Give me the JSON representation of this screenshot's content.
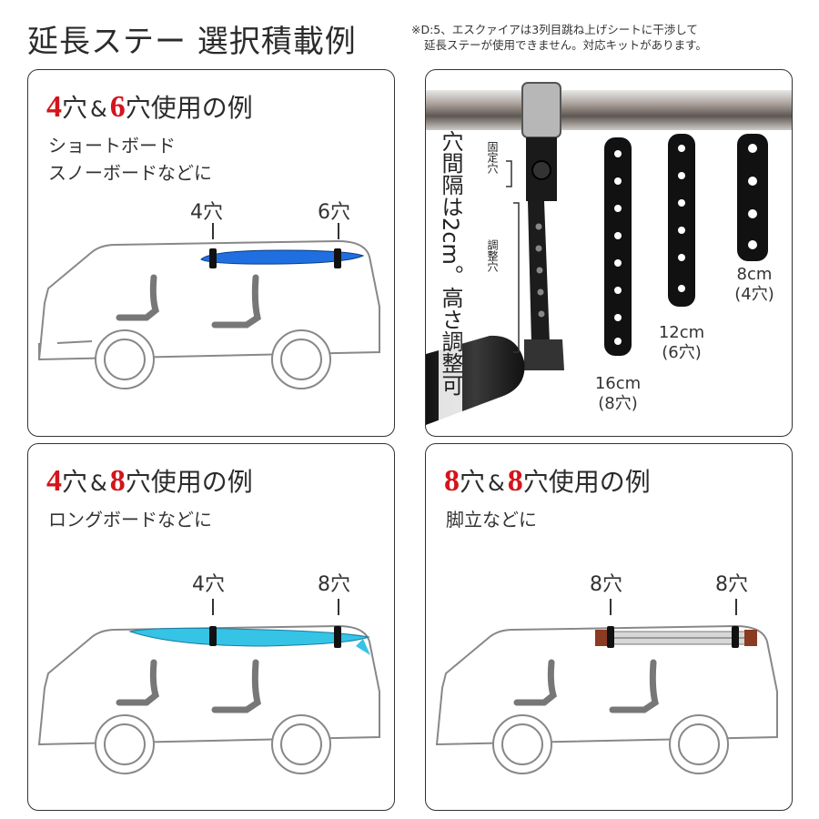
{
  "header": {
    "title": "延長ステー 選択積載例",
    "notice_line1": "※D:5、エスクァイアは3列目跳ね上げシートに干渉して",
    "notice_line2": "延長ステーが使用できません。対応キットがあります。"
  },
  "panel1": {
    "num_a": "4",
    "word_a": "穴",
    "amp": "&",
    "num_b": "6",
    "suffix": "穴使用の例",
    "sub_line1": "ショートボード",
    "sub_line2": "スノーボードなどに",
    "label_a": "4穴",
    "label_b": "6穴"
  },
  "panel2": {
    "hole_spacing": "穴間隔は2cm。高さ調整可",
    "fixed_holes": "固定穴",
    "adjust_holes": "調整穴",
    "stays": [
      {
        "length": "16cm",
        "holes": "(8穴)"
      },
      {
        "length": "12cm",
        "holes": "(6穴)"
      },
      {
        "length": "8cm",
        "holes": "(4穴)"
      }
    ]
  },
  "panel3": {
    "num_a": "4",
    "word_a": "穴",
    "amp": "&",
    "num_b": "8",
    "suffix": "穴使用の例",
    "sub_line1": "ロングボードなどに",
    "label_a": "4穴",
    "label_b": "8穴"
  },
  "panel4": {
    "num_a": "8",
    "word_a": "穴",
    "amp": "&",
    "num_b": "8",
    "suffix": "穴使用の例",
    "sub_line1": "脚立などに",
    "label_a": "8穴",
    "label_b": "8穴"
  },
  "colors": {
    "accent_red": "#d3151c",
    "surfboard_blue": "#1f6fe0",
    "longboard_cyan": "#35c3e6",
    "ladder_brown": "#8a3b22"
  }
}
